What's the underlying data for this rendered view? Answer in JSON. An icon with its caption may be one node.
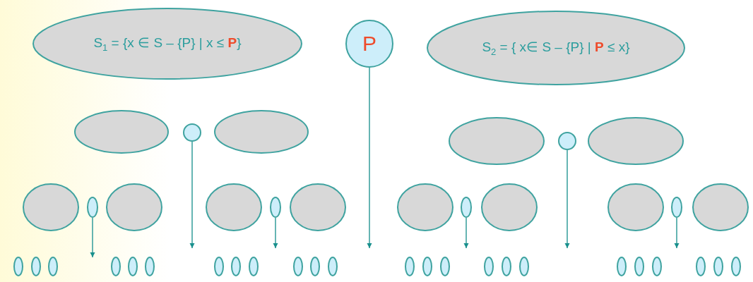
{
  "diagram": {
    "nodes": [
      {
        "text": [
          "S$_{1}$ = {x ∈ S – {P} | x ≤ **P**}"
        ]
      },
      {
        "text": [
          "P"
        ]
      },
      {
        "text": [
          "S$_{2}$ = { x∈ S – {P} | **P** ≤ x}"
        ]
      },
      {
        "text": [],
        "shape": "ellipse"
      },
      {
        "text": [],
        "shape": "circle"
      },
      {
        "text": [],
        "shape": "ellipse"
      },
      {
        "text": [],
        "shape": "ellipse"
      },
      {
        "text": [],
        "shape": "circle"
      },
      {
        "text": [],
        "shape": "ellipse"
      },
      {
        "text": [],
        "shape": "ellipse"
      },
      {
        "text": [],
        "shape": "oval"
      },
      {
        "text": [],
        "shape": "ellipse"
      },
      {
        "text": [],
        "shape": "ellipse"
      },
      {
        "text": [],
        "shape": "oval"
      },
      {
        "text": [],
        "shape": "ellipse"
      },
      {
        "text": [],
        "shape": "ellipse"
      },
      {
        "text": [],
        "shape": "oval"
      },
      {
        "text": [],
        "shape": "ellipse"
      },
      {
        "text": [],
        "shape": "ellipse"
      },
      {
        "text": [],
        "shape": "oval"
      },
      {
        "text": [],
        "shape": "ellipse"
      },
      {
        "text": [],
        "shape": "oval"
      },
      {
        "text": [],
        "shape": "oval"
      },
      {
        "text": [],
        "shape": "oval"
      },
      {
        "text": [],
        "shape": "oval"
      },
      {
        "text": [],
        "shape": "oval"
      },
      {
        "text": [],
        "shape": "oval"
      },
      {
        "text": [],
        "shape": "oval"
      },
      {
        "text": [],
        "shape": "oval"
      },
      {
        "text": [],
        "shape": "oval"
      },
      {
        "text": [],
        "shape": "oval"
      },
      {
        "text": [],
        "shape": "oval"
      },
      {
        "text": [],
        "shape": "oval"
      },
      {
        "text": [],
        "shape": "oval"
      },
      {
        "text": [],
        "shape": "oval"
      },
      {
        "text": [],
        "shape": "oval"
      },
      {
        "text": [],
        "shape": "oval"
      },
      {
        "text": [],
        "shape": "oval"
      },
      {
        "text": [],
        "shape": "oval"
      },
      {
        "text": [],
        "shape": "oval"
      },
      {
        "text": [],
        "shape": "oval"
      },
      {
        "text": [],
        "shape": "oval"
      },
      {
        "text": [],
        "shape": "oval"
      },
      {
        "text": [],
        "shape": "oval"
      },
      {
        "text": [],
        "shape": "oval"
      }
    ],
    "edges": [
      {
        "from": 1,
        "to": null,
        "arrow": "to"
      },
      {
        "from": 4,
        "to": null,
        "arrow": "to"
      },
      {
        "from": 7,
        "to": null,
        "arrow": "to"
      },
      {
        "from": 10,
        "to": null,
        "arrow": "to"
      },
      {
        "from": 13,
        "to": null,
        "arrow": "to"
      },
      {
        "from": 16,
        "to": null,
        "arrow": "to"
      },
      {
        "from": 19,
        "to": null,
        "arrow": "to"
      }
    ]
  }
}
